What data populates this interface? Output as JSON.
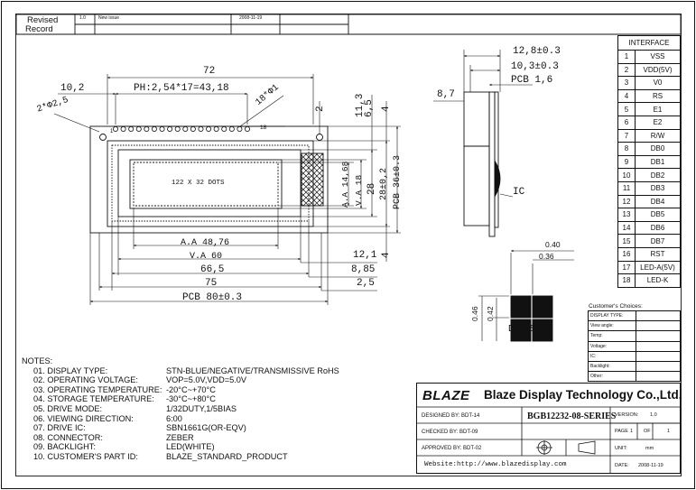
{
  "revision": {
    "header": "Revised Record",
    "line1": "Revised",
    "line2": "Record",
    "version": "1.0",
    "description": "New issue",
    "date": "2008-11-19"
  },
  "front_view": {
    "dims": {
      "overall_width": "72",
      "pin1_offset": "10,2",
      "pitch": "PH:2,54*17=43,18",
      "pin_hole": "18*Φ1",
      "mount_holes": "2*Φ2,5",
      "pin_first": "1",
      "pin_last": "18",
      "aa_width": "A.A 48,76",
      "va_width": "V.A 60",
      "dim_66_5": "66,5",
      "dim_75": "75",
      "pcb_width": "PCB 80±0.3",
      "right_12_1": "12,1",
      "right_8_85": "8,85",
      "right_2_5": "2,5",
      "top_2": "2",
      "top_11_3": "11,3",
      "top_6_5": "6,5",
      "top_4": "4",
      "aa_height": "A.A 14,68",
      "va_height": "V.A 18",
      "h_28": "28",
      "h_28_tol": "28±0,2",
      "pcb_height": "PCB 36±0.3",
      "bottom_4": "4"
    },
    "lcd_text": "122 X 32 DOTS"
  },
  "side_view": {
    "dim_12_8": "12,8±0.3",
    "dim_10_3": "10,3±0.3",
    "pcb": "PCB 1,6",
    "dim_8_7": "8,7",
    "ic_label": "IC"
  },
  "dot_size": {
    "w1": "0.40",
    "w2": "0.36",
    "h1": "0.46",
    "h2": "0.42",
    "label": "DOT SIZE"
  },
  "interface": {
    "title": "INTERFACE",
    "pins": [
      {
        "no": "1",
        "name": "VSS"
      },
      {
        "no": "2",
        "name": "VDD(5V)"
      },
      {
        "no": "3",
        "name": "V0"
      },
      {
        "no": "4",
        "name": "RS"
      },
      {
        "no": "5",
        "name": "E1"
      },
      {
        "no": "6",
        "name": "E2"
      },
      {
        "no": "7",
        "name": "R/W"
      },
      {
        "no": "8",
        "name": "DB0"
      },
      {
        "no": "9",
        "name": "DB1"
      },
      {
        "no": "10",
        "name": "DB2"
      },
      {
        "no": "11",
        "name": "DB3"
      },
      {
        "no": "12",
        "name": "DB4"
      },
      {
        "no": "13",
        "name": "DB5"
      },
      {
        "no": "14",
        "name": "DB6"
      },
      {
        "no": "15",
        "name": "DB7"
      },
      {
        "no": "16",
        "name": "RST"
      },
      {
        "no": "17",
        "name": "LED-A(5V)"
      },
      {
        "no": "18",
        "name": "LED-K"
      }
    ]
  },
  "customer": {
    "title": "Customer's Choices:",
    "rows": [
      "DISPLAY TYPE:",
      "View angle:",
      "Temp:",
      "Voltage:",
      "IC:",
      "Backlight:",
      "Other:"
    ]
  },
  "notes": {
    "title": "NOTES:",
    "items": [
      {
        "k": "01. DISPLAY TYPE:",
        "v": "STN-BLUE/NEGATIVE/TRANSMISSIVE RoHS"
      },
      {
        "k": "02. OPERATING VOLTAGE:",
        "v": "VOP=5.0V,VDD=5.0V"
      },
      {
        "k": "03. OPERATING TEMPERATURE:",
        "v": "-20°C~+70°C"
      },
      {
        "k": "04. STORAGE TEMPERATURE:",
        "v": "-30°C~+80°C"
      },
      {
        "k": "05. DRIVE MODE:",
        "v": "1/32DUTY,1/5BIAS"
      },
      {
        "k": "06. VIEWING DIRECTION:",
        "v": "6:00"
      },
      {
        "k": "07. DRIVE IC:",
        "v": "SBN1661G(OR-EQV)"
      },
      {
        "k": "08. CONNECTOR:",
        "v": "ZEBER"
      },
      {
        "k": "09. BACKLIGHT:",
        "v": "LED(WHITE)"
      },
      {
        "k": "10. CUSTOMER'S PART ID:",
        "v": "BLAZE_STANDARD_PRODUCT"
      }
    ]
  },
  "title_block": {
    "logo": "BLAZE",
    "company": "Blaze Display Technology Co.,Ltd.",
    "designed": "DESIGNED BY: BDT-14",
    "checked": "CHECKED BY: BDT-09",
    "approved": "APPROVED BY: BDT-02",
    "model": "BGB12232-08-SERIES",
    "version_label": "VERSION:",
    "version": "1.0",
    "page_label": "PAGE",
    "page": "1",
    "of_label": "OF",
    "of": "1",
    "unit_label": "UNIT:",
    "unit": "mm",
    "website": "Website:http://www.blazedisplay.com",
    "date_label": "DATE:",
    "date": "2008-11-19"
  }
}
